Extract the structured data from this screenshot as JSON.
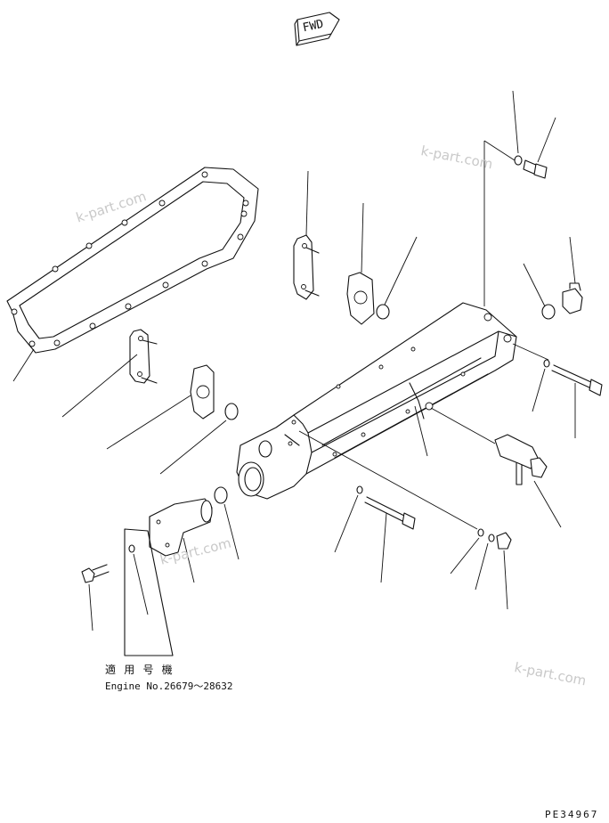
{
  "fwd_label": "FWD",
  "applicability": {
    "jp_label": "適 用 号 機",
    "engine_range": "Engine No.26679～28632"
  },
  "drawing_code": "PE34967",
  "watermarks": [
    "k-part.com",
    "k-part.com",
    "k-part.com",
    "k-part.com"
  ],
  "colors": {
    "line": "#111111",
    "background": "#ffffff",
    "watermark": "#c9c9c9"
  }
}
